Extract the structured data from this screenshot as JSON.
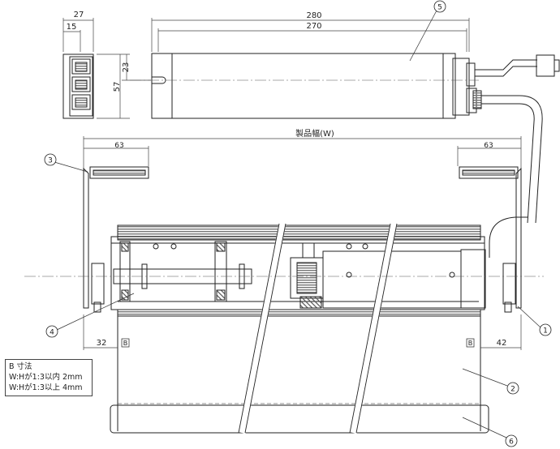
{
  "dimensions": {
    "end_width": "27",
    "end_inner": "15",
    "motor_length": "280",
    "motor_inner": "270",
    "end_height": "57",
    "end_offset": "23",
    "product_width": "製品幅(W)",
    "left_bracket": "63",
    "right_bracket": "63",
    "left_margin": "32",
    "right_margin": "42",
    "b_left": "B",
    "b_right": "B"
  },
  "callouts": {
    "c1": "1",
    "c2": "2",
    "c3": "3",
    "c4": "4",
    "c5": "5",
    "c6": "6"
  },
  "legend": {
    "title": "B 寸法",
    "line1": "W:Hが1:3以内  2mm",
    "line2": "W:Hが1:3以上  4mm"
  }
}
